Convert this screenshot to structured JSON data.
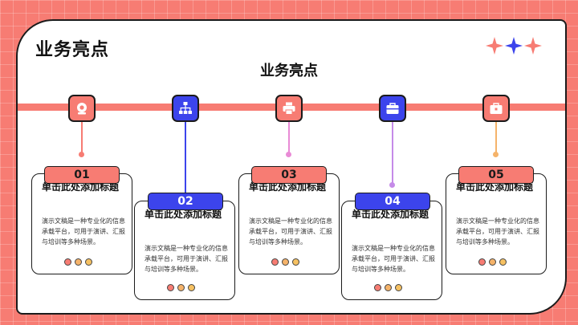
{
  "header": {
    "title": "业务亮点"
  },
  "section_title": "业务亮点",
  "colors": {
    "coral": "#f77c73",
    "blue": "#3c44ec",
    "yellow": "#f6c162",
    "pink": "#e98bd6",
    "purple": "#c58be8",
    "orange": "#f5b36a"
  },
  "steps": [
    {
      "number": "01",
      "title": "单击此处添加标题",
      "description": "演示文稿是一种专业化的信息承载平台，可用于演讲、汇报与培训等多种场景。",
      "icon": "webcam-icon"
    },
    {
      "number": "02",
      "title": "单击此处添加标题",
      "description": "演示文稿是一种专业化的信息承载平台，可用于演讲、汇报与培训等多种场景。",
      "icon": "sitemap-icon"
    },
    {
      "number": "03",
      "title": "单击此处添加标题",
      "description": "演示文稿是一种专业化的信息承载平台，可用于演讲、汇报与培训等多种场景。",
      "icon": "printer-icon"
    },
    {
      "number": "04",
      "title": "单击此处添加标题",
      "description": "演示文稿是一种专业化的信息承载平台，可用于演讲、汇报与培训等多种场景。",
      "icon": "toolbox-icon"
    },
    {
      "number": "05",
      "title": "单击此处添加标题",
      "description": "演示文稿是一种专业化的信息承载平台，可用于演讲、汇报与培训等多种场景。",
      "icon": "briefcase-icon"
    }
  ]
}
